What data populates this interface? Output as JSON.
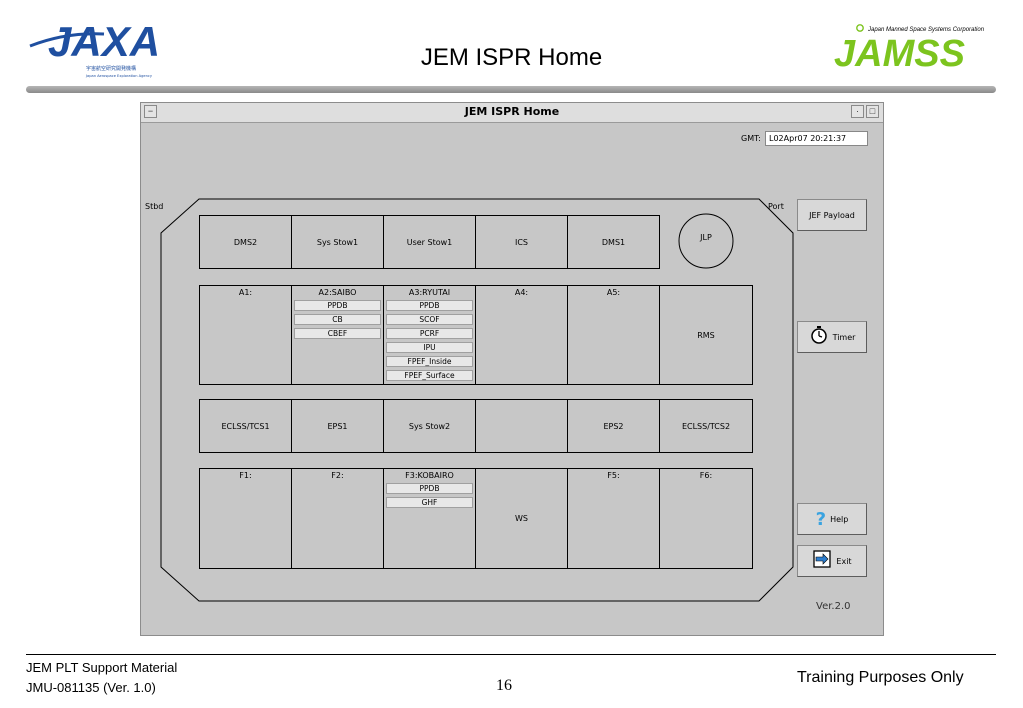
{
  "slide": {
    "title": "JEM ISPR Home",
    "jaxa": {
      "name": "JAXA",
      "tagline_jp": "宇宙航空研究開発機構",
      "tagline_en": "Japan Aerospace Exploration Agency"
    },
    "jamss": {
      "name": "JAMSS",
      "tagline": "Japan Manned Space Systems Corporation"
    },
    "footer": {
      "line1": "JEM PLT Support Material",
      "line2": "JMU-081135 (Ver. 1.0)",
      "page": "16",
      "right": "Training Purposes Only"
    }
  },
  "window": {
    "title": "JEM ISPR Home",
    "gmt_label": "GMT:",
    "gmt_value": "L02Apr07 20:21:37",
    "stbd_label": "Stbd",
    "port_label": "Port",
    "version": "Ver.2.0",
    "buttons": {
      "jef_payload": "JEF Payload",
      "timer": "Timer",
      "help": "Help",
      "exit": "Exit"
    }
  },
  "racks": {
    "row1": [
      "DMS2",
      "Sys Stow1",
      "User Stow1",
      "ICS",
      "DMS1"
    ],
    "jlp": "JLP",
    "row2": [
      {
        "label": "A1:",
        "items": []
      },
      {
        "label": "A2:SAIBO",
        "items": [
          "PPDB",
          "CB",
          "CBEF"
        ]
      },
      {
        "label": "A3:RYUTAI",
        "items": [
          "PPDB",
          "SCOF",
          "PCRF",
          "IPU",
          "FPEF_Inside",
          "FPEF_Surface"
        ]
      },
      {
        "label": "A4:",
        "items": []
      },
      {
        "label": "A5:",
        "items": []
      },
      {
        "label": "RMS",
        "items": []
      }
    ],
    "row3": [
      "ECLSS/TCS1",
      "EPS1",
      "Sys Stow2",
      "",
      "EPS2",
      "ECLSS/TCS2"
    ],
    "row4": [
      {
        "label": "F1:",
        "items": []
      },
      {
        "label": "F2:",
        "items": []
      },
      {
        "label": "F3:KOBAIRO",
        "items": [
          "PPDB",
          "GHF"
        ]
      },
      {
        "label": "WS",
        "items": []
      },
      {
        "label": "F5:",
        "items": []
      },
      {
        "label": "F6:",
        "items": []
      }
    ]
  },
  "colors": {
    "window_bg": "#c7c7c7",
    "jaxa_blue": "#1f4fa0",
    "jamss_green": "#7cc41e"
  }
}
